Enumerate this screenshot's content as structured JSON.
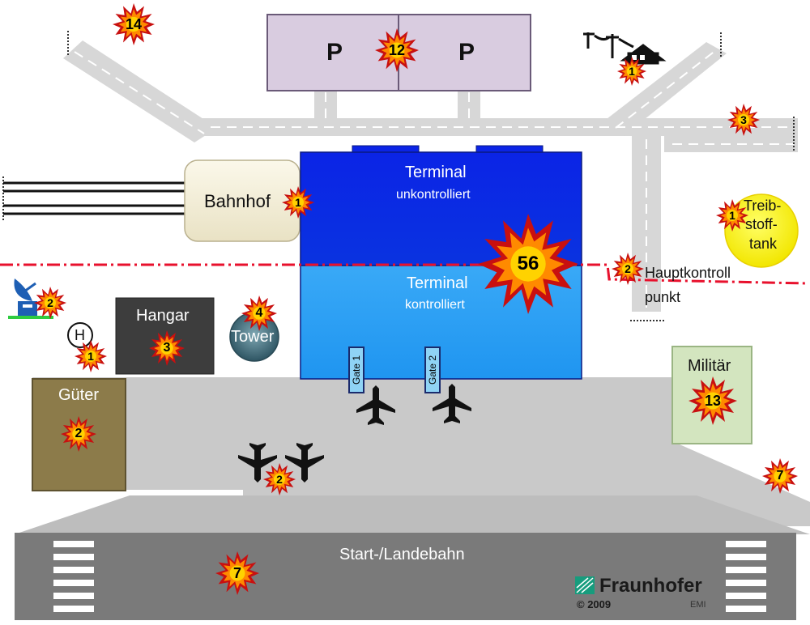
{
  "labels": {
    "parking": "P",
    "bahnhof": "Bahnhof",
    "terminal_top_title": "Terminal",
    "terminal_top_sub": "unkontrolliert",
    "terminal_bottom_title": "Terminal",
    "terminal_bottom_sub": "kontrolliert",
    "gate1": "Gate 1",
    "gate2": "Gate 2",
    "hangar": "Hangar",
    "tower": "Tower",
    "gueter": "Güter",
    "militaer": "Militär",
    "fuel_line1": "Treib-",
    "fuel_line2": "stoff-",
    "fuel_line3": "tank",
    "checkpoint_line1": "Hauptkontroll",
    "checkpoint_line2": "punkt",
    "runway": "Start-/Landebahn",
    "heliport": "H",
    "logo_name": "Fraunhofer",
    "logo_copyright": "© 2009",
    "logo_sub": "EMI"
  },
  "incident_counts": {
    "top_left": "14",
    "parking": "12",
    "power_house": "1",
    "road_right": "3",
    "bahnhof": "1",
    "terminal": "56",
    "fuel_tank": "1",
    "checkpoint": "2",
    "radar": "2",
    "tower": "4",
    "hangar": "3",
    "heliport": "1",
    "gueter": "2",
    "militaer": "13",
    "apron_planes": "2",
    "right_field": "7",
    "runway": "7"
  },
  "colors": {
    "terminal_uncontrolled": "#0b24e6",
    "terminal_controlled": "#2aa0f5",
    "parking": "#d9cce0",
    "hangar": "#3d3d3d",
    "gueter": "#8c7b4a",
    "militaer": "#d3e5bf",
    "fuel_tank": "#ffff2a",
    "security_line": "#e8112d",
    "road": "#d7d7d7",
    "apron": "#c9c9c9",
    "runway": "#7a7a7a"
  }
}
